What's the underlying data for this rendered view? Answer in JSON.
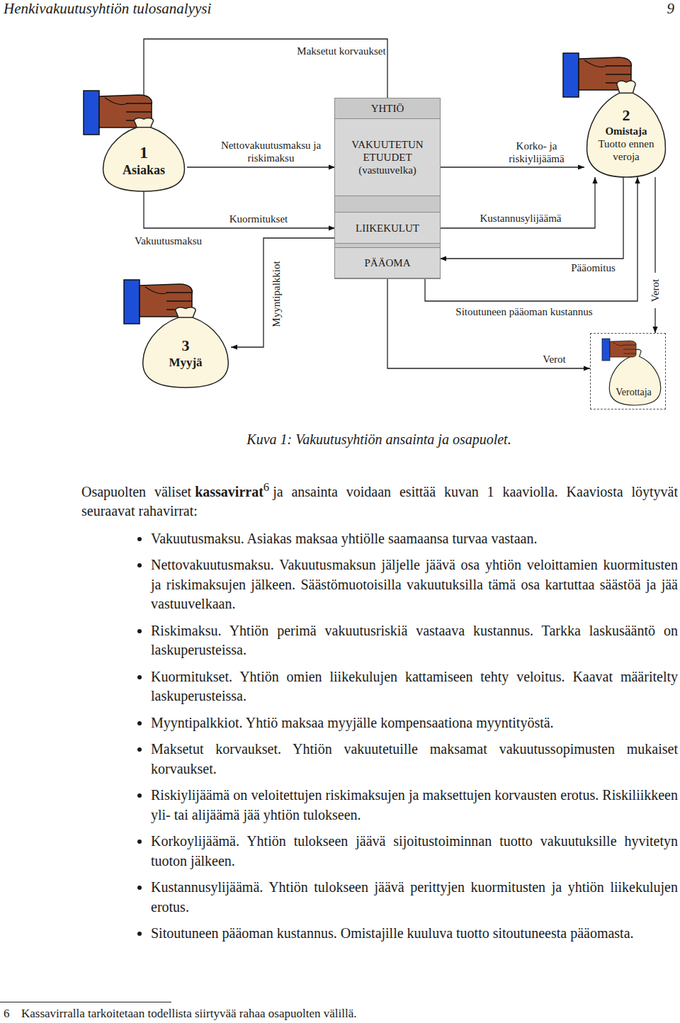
{
  "diagram": {
    "caption": "Kuva 1: Vakuutusyhtiön ansainta ja osapuolet.",
    "nodes": [
      {
        "text": [
          "1",
          "Asiakas"
        ]
      },
      {
        "text": [
          "YHTIÖ"
        ]
      },
      {
        "text": [
          "VAKUUTETUN ETUUDET (vastuuvelka)"
        ],
        "in": 1
      },
      {
        "text": [
          "LIIKEKULUT"
        ],
        "in": 1
      },
      {
        "text": [
          "PÄÄOMA"
        ],
        "in": 1
      },
      {
        "text": [
          "2",
          "Omistaja",
          "Tuotto ennen veroja"
        ]
      },
      {
        "text": [
          "3",
          "Myyjä"
        ]
      },
      {
        "text": [
          "Verottaja"
        ]
      }
    ],
    "edges": [
      {
        "from": 1,
        "to": 0,
        "label": "Maksetut korvaukset",
        "arrow": "none"
      },
      {
        "from": 0,
        "to": 2,
        "label": "Nettovakuutusmaksu ja riskimaksu",
        "arrow": "to"
      },
      {
        "from": 2,
        "to": 5,
        "label": "Korko- ja riskiylijäämä",
        "arrow": "to"
      },
      {
        "from": 0,
        "to": 3,
        "label": "Kuormitukset",
        "arrow": "to"
      },
      {
        "from": 3,
        "to": 6,
        "label": "Myyntipalkkiot",
        "arrow": "to"
      },
      {
        "from": 3,
        "to": 5,
        "label": "Kustannusylijäämä",
        "arrow": "to"
      },
      {
        "from": 5,
        "to": 4,
        "label": "Pääomitus",
        "arrow": "to"
      },
      {
        "from": 4,
        "to": 5,
        "label": "Sitoutuneen pääoman kustannus",
        "arrow": "to"
      },
      {
        "from": 4,
        "to": 7,
        "label": "Verot",
        "arrow": "to"
      },
      {
        "from": 5,
        "to": 7,
        "label": "Verot",
        "arrow": "to"
      }
    ],
    "labels": [
      "Henkivakuutusyhtiön tulosanalyysi",
      "9",
      "Vakuutusmaksu",
      "Osapuolten väliset",
      "kassavirrat",
      "6",
      "ja ansainta voidaan esittää kuvan 1 kaaviolla. Kaaviosta löytyvät seuraavat rahavirrat:",
      "Vakuutusmaksu. Asiakas maksaa yhtiölle saamaansa turvaa vastaan.",
      "Nettovakuutusmaksu. Vakuutusmaksun jäljelle jäävä osa yhtiön veloittamien kuormitusten ja riskimaksujen jälkeen. Säästömuotoisilla vakuutuksilla tämä osa kartuttaa säästöä ja jää vastuuvelkaan.",
      "Riskimaksu. Yhtiön perimä vakuutusriskiä vastaava kustannus. Tarkka laskusääntö on laskuperusteissa.",
      "Kuormitukset. Yhtiön omien liikekulujen kattamiseen tehty veloitus. Kaavat määritelty laskuperusteissa.",
      "Myyntipalkkiot. Yhtiö maksaa myyjälle kompensaationa myyntityöstä.",
      "Maksetut korvaukset. Yhtiön vakuutetuille maksamat vakuutussopimusten mukaiset korvaukset.",
      "Riskiylijäämä on veloitettujen riskimaksujen ja maksettujen korvausten erotus. Riskiliikkeen yli- tai alijäämä jää yhtiön tulokseen.",
      "Korkoylijäämä. Yhtiön tulokseen jäävä sijoitustoiminnan tuotto vakuutuksille hyvitetyn tuoton jälkeen.",
      "Kustannusylijäämä. Yhtiön tulokseen jäävä perittyjen kuormitusten ja yhtiön liikekulujen erotus.",
      "Sitoutuneen pääoman kustannus. Omistajille kuuluva tuotto sitoutuneesta pääomasta.",
      "6",
      "Kassavirralla tarkoitetaan todellista siirtyvää rahaa osapuolten välillä."
    ]
  }
}
